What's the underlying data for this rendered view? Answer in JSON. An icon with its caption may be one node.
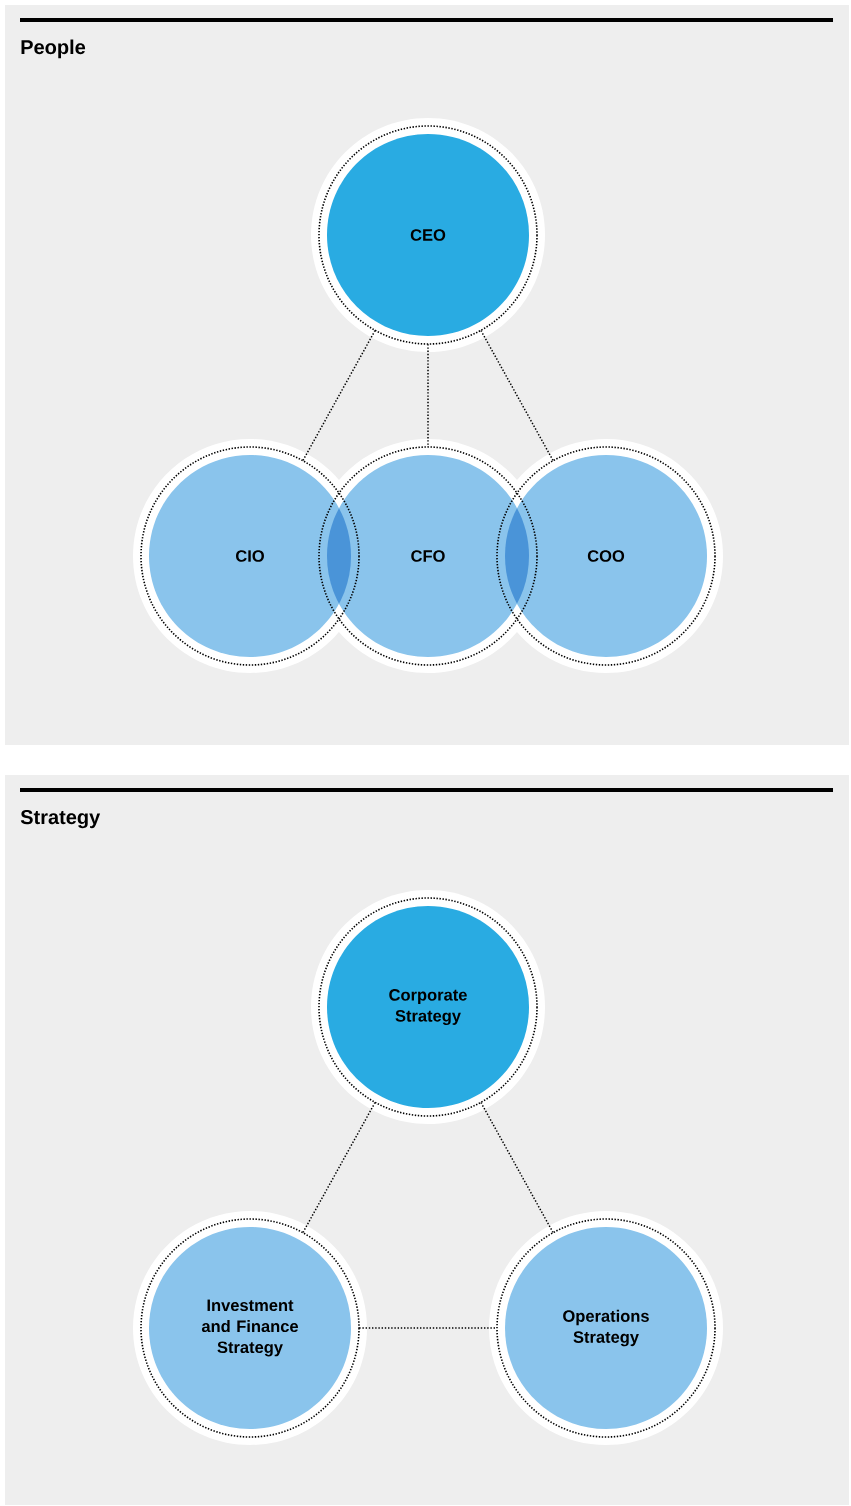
{
  "diagram": {
    "nodes": [
      {
        "text": [
          "People"
        ]
      },
      {
        "text": [
          "CEO"
        ],
        "in": 0
      },
      {
        "text": [
          "CIO"
        ],
        "in": 0
      },
      {
        "text": [
          "CFO"
        ],
        "in": 0
      },
      {
        "text": [
          "COO"
        ],
        "in": 0
      },
      {
        "text": [
          "Strategy"
        ]
      },
      {
        "text": [
          "Corporate Strategy"
        ],
        "in": 5
      },
      {
        "text": [
          "Investment and Finance Strategy"
        ],
        "in": 5
      },
      {
        "text": [
          "Operations Strategy"
        ],
        "in": 5
      }
    ],
    "edges": [
      {
        "from": 1,
        "to": 2,
        "arrow": "none"
      },
      {
        "from": 1,
        "to": 3,
        "arrow": "none"
      },
      {
        "from": 1,
        "to": 4,
        "arrow": "none"
      },
      {
        "from": 6,
        "to": 7,
        "arrow": "none"
      },
      {
        "from": 6,
        "to": 8,
        "arrow": "none"
      },
      {
        "from": 7,
        "to": 8,
        "arrow": "none"
      }
    ]
  }
}
